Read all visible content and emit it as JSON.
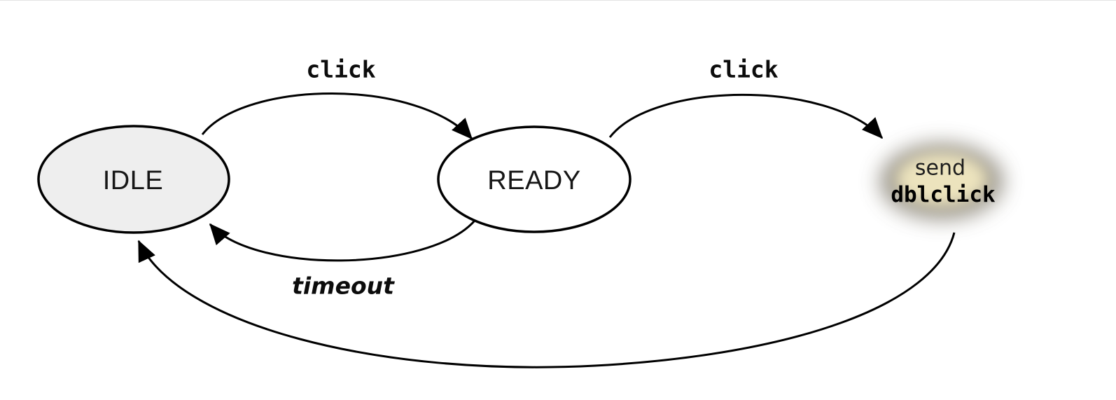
{
  "diagram": {
    "type": "state-machine",
    "background_color": "#ffffff",
    "line_color": "#000000",
    "states": [
      {
        "id": "idle",
        "label": "IDLE",
        "shape": "ellipse",
        "fill": "#eeeeee",
        "stroke": "#000000"
      },
      {
        "id": "ready",
        "label": "READY",
        "shape": "ellipse",
        "fill": "#ffffff",
        "stroke": "#000000"
      },
      {
        "id": "send-dblclick",
        "label_line1": "send",
        "label_line2": "dblclick",
        "shape": "fuzzy-glow",
        "glow_core_color": "#ece3bd",
        "glow_halo_color": "#878276"
      }
    ],
    "transitions": [
      {
        "from": "idle",
        "to": "ready",
        "label": "click",
        "label_style": "bold-monospace",
        "path": "top-arc"
      },
      {
        "from": "ready",
        "to": "send-dblclick",
        "label": "click",
        "label_style": "bold-monospace",
        "path": "top-arc"
      },
      {
        "from": "ready",
        "to": "idle",
        "label": "timeout",
        "label_style": "bold-italic",
        "path": "bottom-arc"
      },
      {
        "from": "send-dblclick",
        "to": "idle",
        "label": "",
        "label_style": "none",
        "path": "long-bottom-arc"
      }
    ]
  }
}
